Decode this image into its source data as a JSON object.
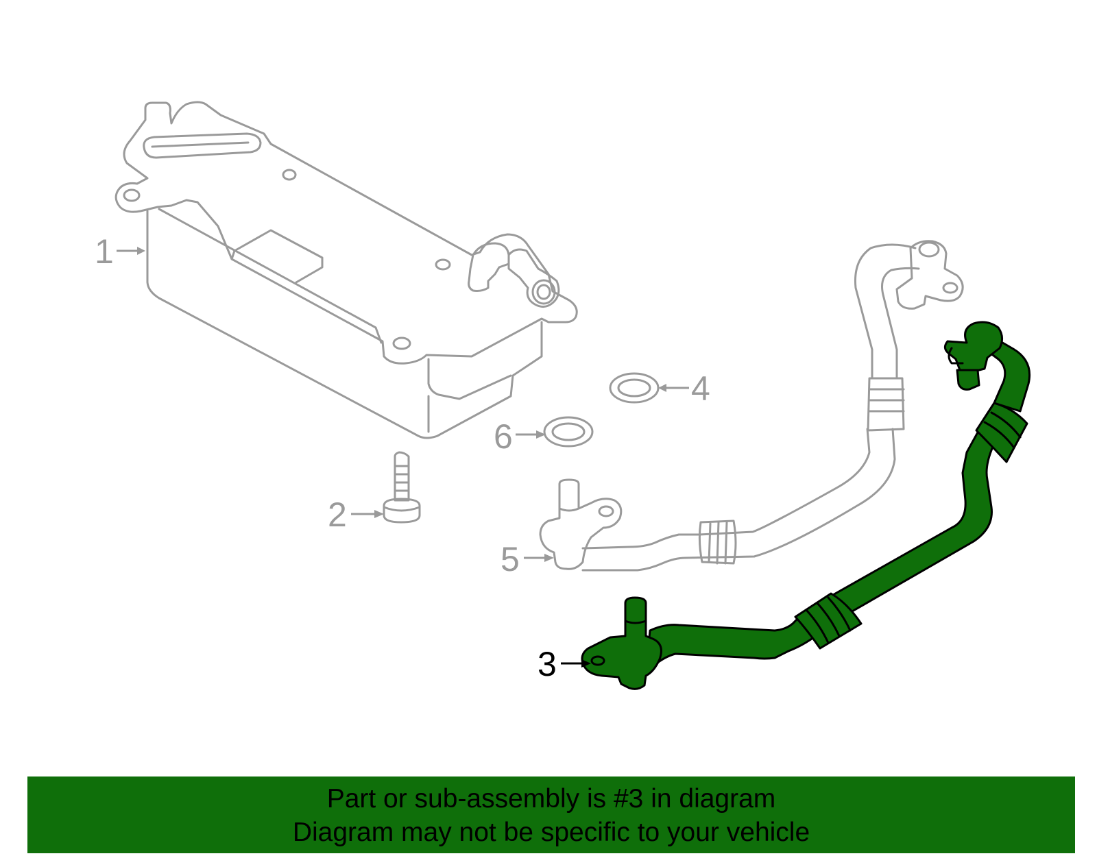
{
  "callouts": [
    {
      "id": "1",
      "label": "1",
      "highlighted": false
    },
    {
      "id": "2",
      "label": "2",
      "highlighted": false
    },
    {
      "id": "3",
      "label": "3",
      "highlighted": true
    },
    {
      "id": "4",
      "label": "4",
      "highlighted": false
    },
    {
      "id": "5",
      "label": "5",
      "highlighted": false
    },
    {
      "id": "6",
      "label": "6",
      "highlighted": false
    }
  ],
  "banner": {
    "line1": "Part or sub-assembly is #3 in diagram",
    "line2": "Diagram may not be specific to your vehicle"
  },
  "colors": {
    "highlight": "#0f6f0a",
    "outline": "#9a9a9a",
    "highlight_outline": "#000000",
    "background": "#ffffff"
  }
}
